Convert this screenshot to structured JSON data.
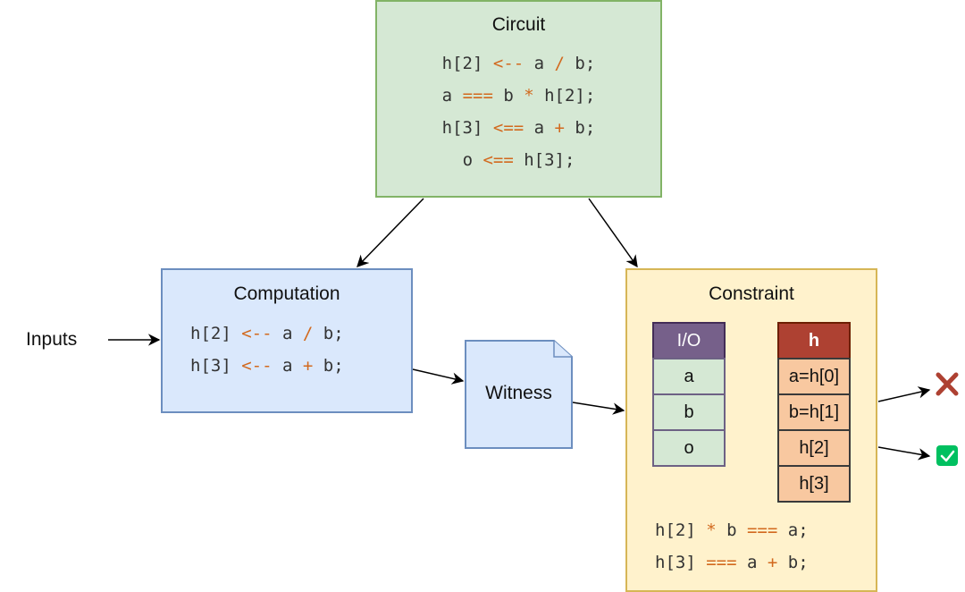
{
  "circuit": {
    "title": "Circuit",
    "lines": [
      [
        "h[2] ",
        "<--",
        " a ",
        "/",
        " b;"
      ],
      [
        "a ",
        "===",
        " b ",
        "*",
        " h[2];"
      ],
      [
        "h[3] ",
        "<==",
        " a ",
        "+",
        " b;"
      ],
      [
        "o ",
        "<==",
        " h[3];"
      ]
    ]
  },
  "computation": {
    "title": "Computation",
    "lines": [
      [
        "h[2] ",
        "<--",
        " a ",
        "/",
        " b;"
      ],
      [
        "h[3] ",
        "<--",
        " a ",
        "+",
        " b;"
      ]
    ]
  },
  "inputs_label": "Inputs",
  "witness_label": "Witness",
  "constraint": {
    "title": "Constraint",
    "io_header": "I/O",
    "io_cells": [
      "a",
      "b",
      "o"
    ],
    "h_header": "h",
    "h_cells": [
      "a=h[0]",
      "b=h[1]",
      "h[2]",
      "h[3]"
    ],
    "lines": [
      [
        "h[2] ",
        "*",
        " b ",
        "===",
        " a;"
      ],
      [
        "h[3] ",
        "===",
        " a ",
        "+",
        " b;"
      ]
    ]
  },
  "colors": {
    "operator": "#d2691e",
    "fail": "#ae4132",
    "pass": "#00c060"
  },
  "icons": {
    "fail": "cross-icon",
    "pass": "check-icon"
  }
}
